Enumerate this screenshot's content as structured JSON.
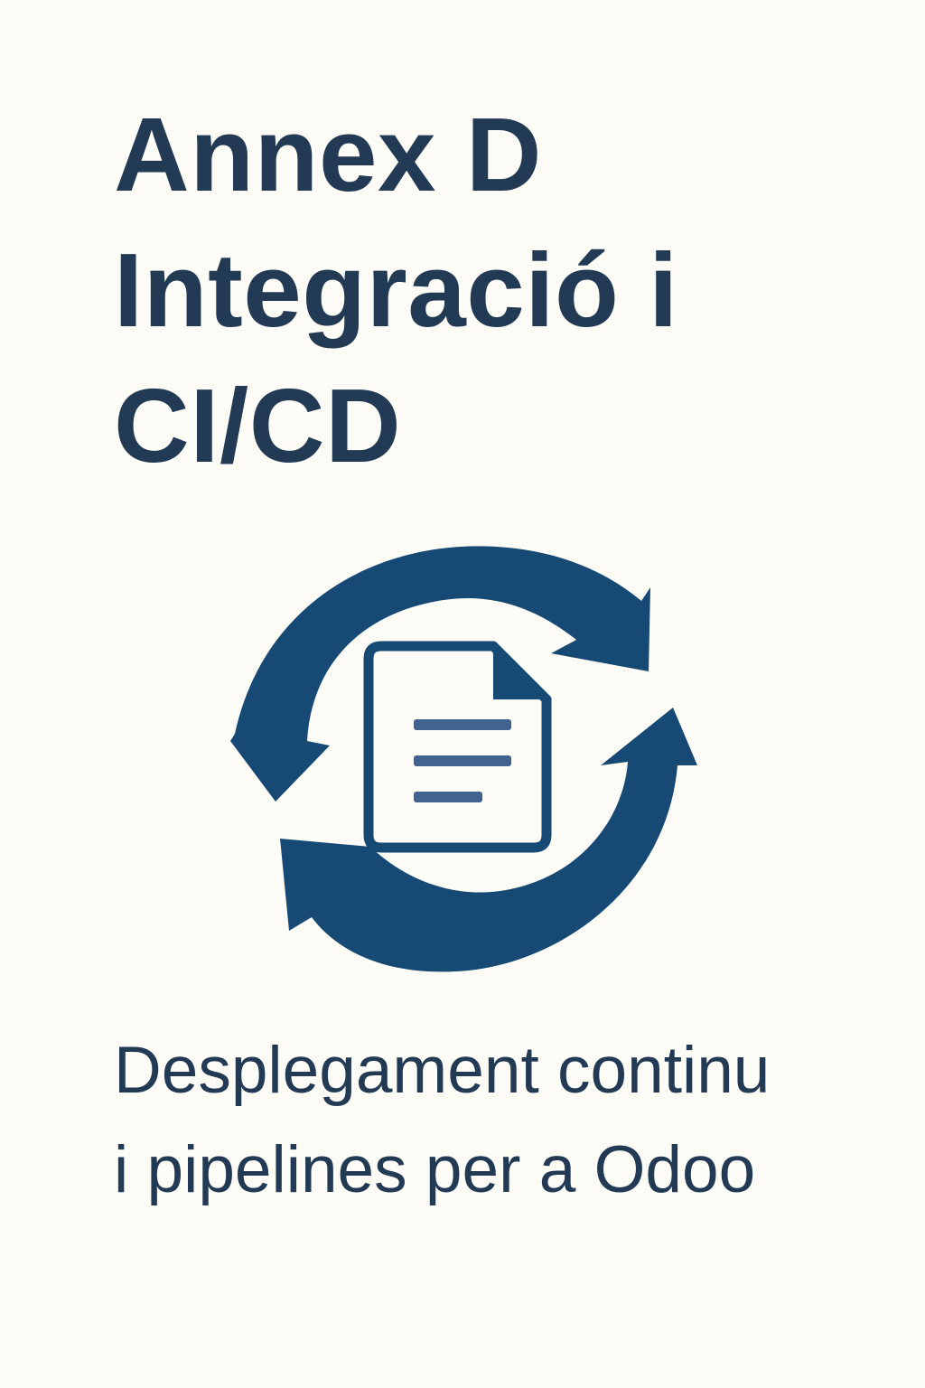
{
  "document": {
    "title_lines": [
      "Annex D",
      "Integració i",
      "CI/CD"
    ],
    "subtitle_lines": [
      "Desplegament continu",
      "i pipelines per a Odoo"
    ]
  },
  "icon": {
    "name": "sync-document-icon",
    "primary_color": "#164a74",
    "document_line_color": "#42638f",
    "background_color": "#fcfbf6"
  },
  "colors": {
    "text": "#233a55",
    "background": "#fcfbf6"
  }
}
